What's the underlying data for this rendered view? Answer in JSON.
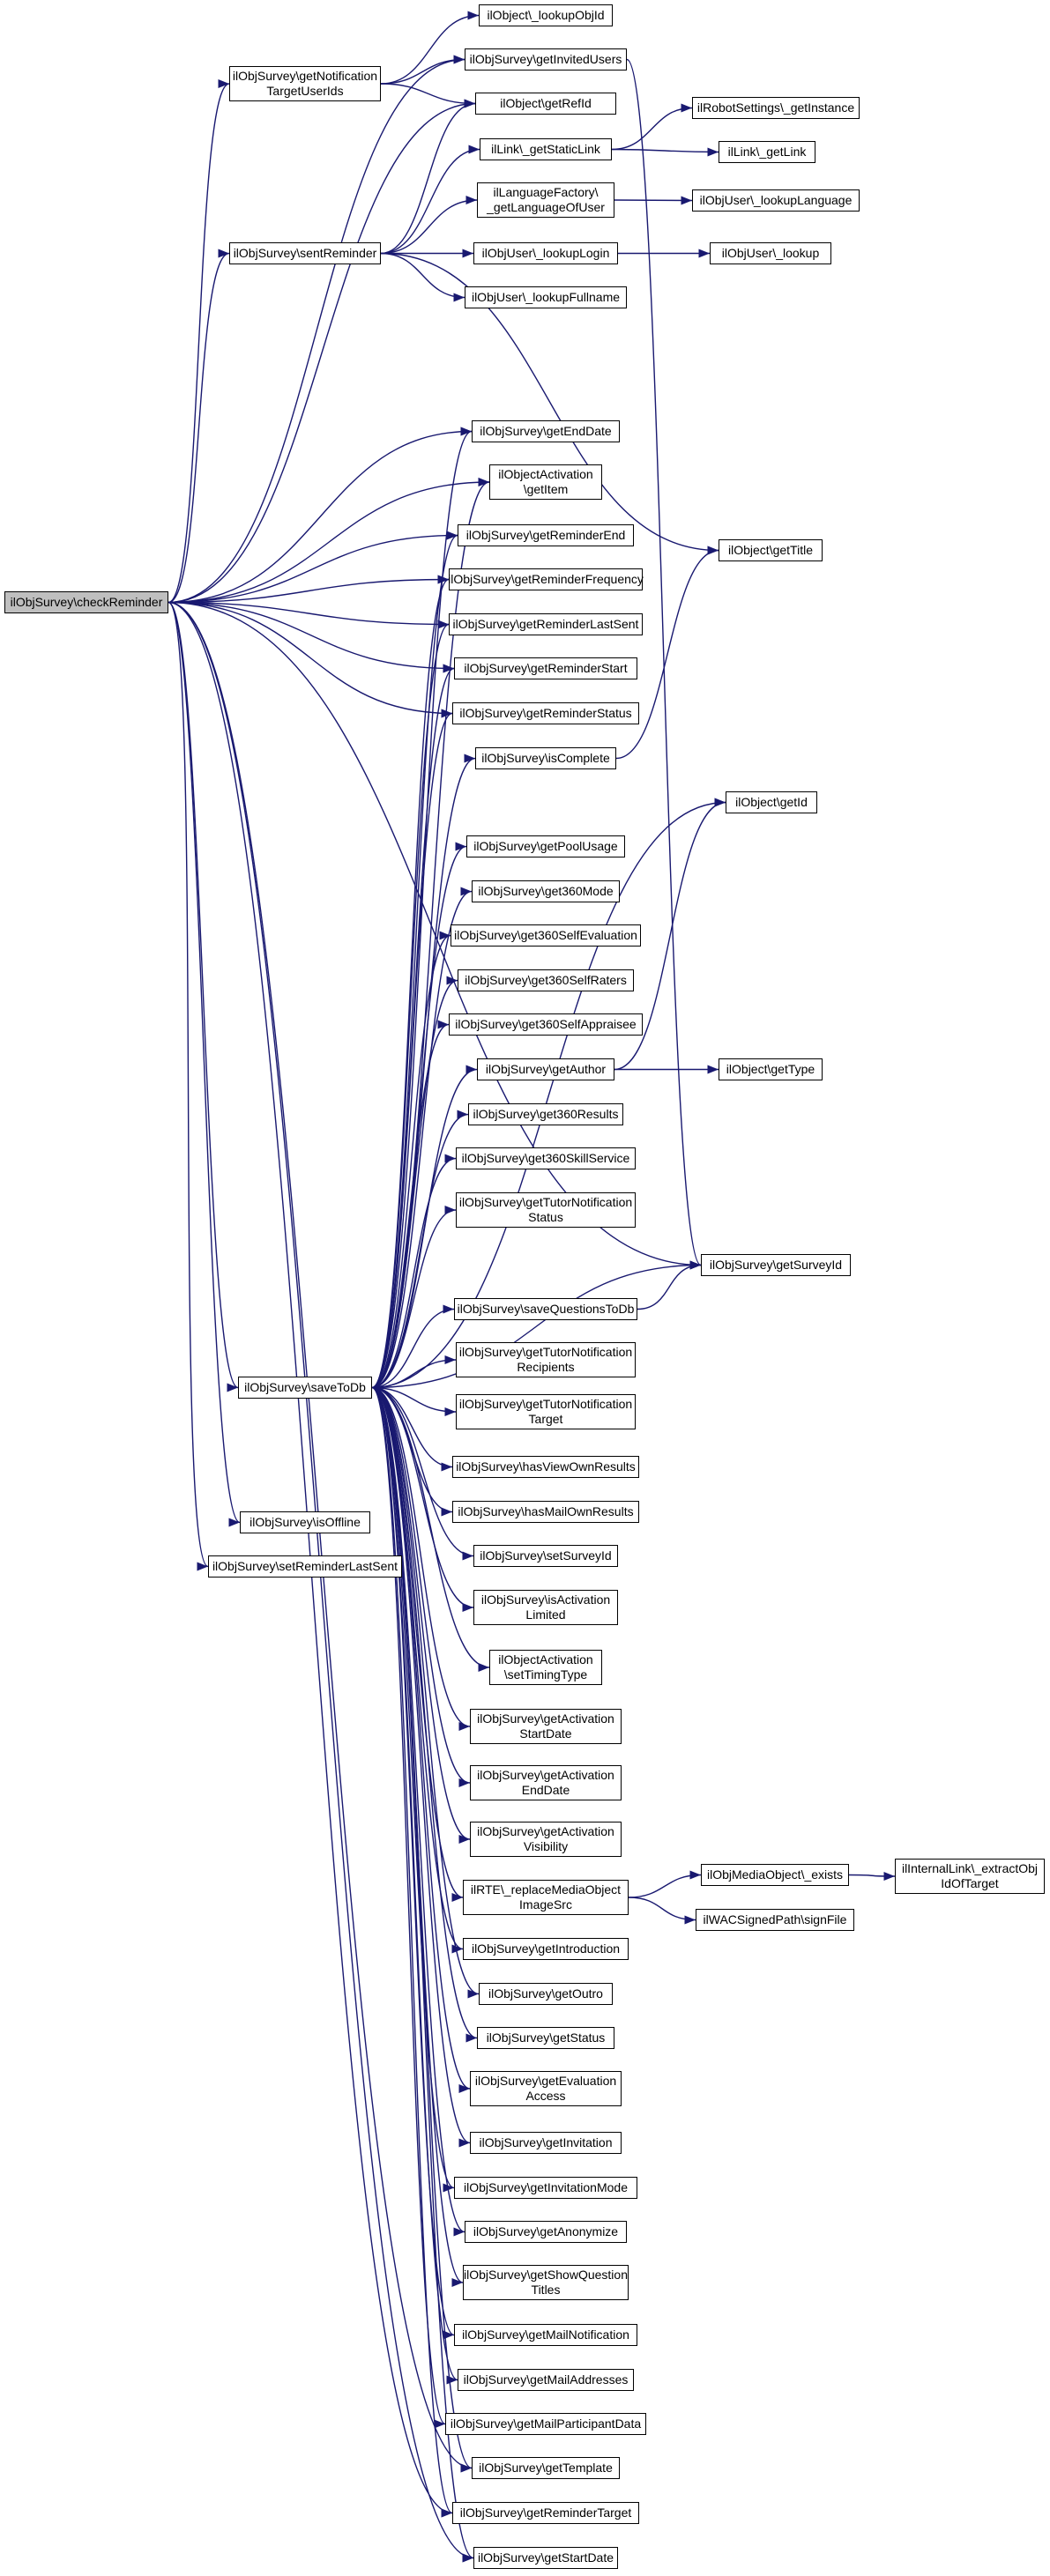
{
  "diagram": {
    "nodes": {
      "checkReminder": "ilObjSurvey\\checkReminder",
      "getNotificationTargetUserIds": "ilObjSurvey\\getNotification\nTargetUserIds",
      "sentReminder": "ilObjSurvey\\sentReminder",
      "saveToDb": "ilObjSurvey\\saveToDb",
      "isOffline": "ilObjSurvey\\isOffline",
      "setReminderLastSent": "ilObjSurvey\\setReminderLastSent",
      "lookupObjId": "ilObject\\_lookupObjId",
      "getInvitedUsers": "ilObjSurvey\\getInvitedUsers",
      "getRefId": "ilObject\\getRefId",
      "getStaticLink": "ilLink\\_getStaticLink",
      "getInstance": "ilRobotSettings\\_getInstance",
      "getLink": "ilLink\\_getLink",
      "getLanguageOfUser": "ilLanguageFactory\\\n_getLanguageOfUser",
      "lookupLanguage": "ilObjUser\\_lookupLanguage",
      "lookupLogin": "ilObjUser\\_lookupLogin",
      "lookup": "ilObjUser\\_lookup",
      "lookupFullname": "ilObjUser\\_lookupFullname",
      "getEndDate": "ilObjSurvey\\getEndDate",
      "oaGetItem": "ilObjectActivation\n\\getItem",
      "getReminderEnd": "ilObjSurvey\\getReminderEnd",
      "getReminderFrequency": "ilObjSurvey\\getReminderFrequency",
      "getReminderLastSent": "ilObjSurvey\\getReminderLastSent",
      "getReminderStart": "ilObjSurvey\\getReminderStart",
      "getReminderStatus": "ilObjSurvey\\getReminderStatus",
      "isComplete": "ilObjSurvey\\isComplete",
      "getTitle": "ilObject\\getTitle",
      "getId": "ilObject\\getId",
      "getPoolUsage": "ilObjSurvey\\getPoolUsage",
      "get360Mode": "ilObjSurvey\\get360Mode",
      "get360SelfEvaluation": "ilObjSurvey\\get360SelfEvaluation",
      "get360SelfRaters": "ilObjSurvey\\get360SelfRaters",
      "get360SelfAppraisee": "ilObjSurvey\\get360SelfAppraisee",
      "getAuthor": "ilObjSurvey\\getAuthor",
      "getType": "ilObject\\getType",
      "get360Results": "ilObjSurvey\\get360Results",
      "get360SkillService": "ilObjSurvey\\get360SkillService",
      "getTutorNotificationStatus": "ilObjSurvey\\getTutorNotification\nStatus",
      "getSurveyId": "ilObjSurvey\\getSurveyId",
      "saveQuestionsToDb": "ilObjSurvey\\saveQuestionsToDb",
      "getTutorNotificationRecipients": "ilObjSurvey\\getTutorNotification\nRecipients",
      "getTutorNotificationTarget": "ilObjSurvey\\getTutorNotification\nTarget",
      "hasViewOwnResults": "ilObjSurvey\\hasViewOwnResults",
      "hasMailOwnResults": "ilObjSurvey\\hasMailOwnResults",
      "setSurveyId": "ilObjSurvey\\setSurveyId",
      "isActivationLimited": "ilObjSurvey\\isActivation\nLimited",
      "setTimingType": "ilObjectActivation\n\\setTimingType",
      "getActivationStartDate": "ilObjSurvey\\getActivation\nStartDate",
      "getActivationEndDate": "ilObjSurvey\\getActivation\nEndDate",
      "getActivationVisibility": "ilObjSurvey\\getActivation\nVisibility",
      "replaceMediaObjectImageSrc": "ilRTE\\_replaceMediaObject\nImageSrc",
      "mediaExists": "ilObjMediaObject\\_exists",
      "extractObjIdOfTarget": "ilInternalLink\\_extractObj\nIdOfTarget",
      "signFile": "ilWACSignedPath\\signFile",
      "getIntroduction": "ilObjSurvey\\getIntroduction",
      "getOutro": "ilObjSurvey\\getOutro",
      "getStatus": "ilObjSurvey\\getStatus",
      "getEvaluationAccess": "ilObjSurvey\\getEvaluation\nAccess",
      "getInvitation": "ilObjSurvey\\getInvitation",
      "getInvitationMode": "ilObjSurvey\\getInvitationMode",
      "getAnonymize": "ilObjSurvey\\getAnonymize",
      "getShowQuestionTitles": "ilObjSurvey\\getShowQuestion\nTitles",
      "getMailNotification": "ilObjSurvey\\getMailNotification",
      "getMailAddresses": "ilObjSurvey\\getMailAddresses",
      "getMailParticipantData": "ilObjSurvey\\getMailParticipantData",
      "getTemplate": "ilObjSurvey\\getTemplate",
      "getReminderTarget": "ilObjSurvey\\getReminderTarget",
      "getStartDate": "ilObjSurvey\\getStartDate"
    },
    "colors": {
      "edge": "#191970",
      "root_fill": "#bfbfbf",
      "node_border": "#000000"
    },
    "edges": [
      [
        "checkReminder",
        "getNotificationTargetUserIds"
      ],
      [
        "checkReminder",
        "getRefId"
      ],
      [
        "checkReminder",
        "sentReminder"
      ],
      [
        "checkReminder",
        "getInvitedUsers"
      ],
      [
        "checkReminder",
        "getEndDate"
      ],
      [
        "checkReminder",
        "oaGetItem"
      ],
      [
        "checkReminder",
        "getReminderEnd"
      ],
      [
        "checkReminder",
        "getReminderFrequency"
      ],
      [
        "checkReminder",
        "getReminderLastSent"
      ],
      [
        "checkReminder",
        "getReminderStart"
      ],
      [
        "checkReminder",
        "getReminderStatus"
      ],
      [
        "checkReminder",
        "getSurveyId"
      ],
      [
        "checkReminder",
        "saveToDb"
      ],
      [
        "checkReminder",
        "isOffline"
      ],
      [
        "checkReminder",
        "setReminderLastSent"
      ],
      [
        "checkReminder",
        "getReminderTarget"
      ],
      [
        "checkReminder",
        "getStartDate"
      ],
      [
        "checkReminder",
        "getTemplate"
      ],
      [
        "getNotificationTargetUserIds",
        "lookupObjId"
      ],
      [
        "getNotificationTargetUserIds",
        "getInvitedUsers"
      ],
      [
        "getNotificationTargetUserIds",
        "getRefId"
      ],
      [
        "getInvitedUsers",
        "getSurveyId"
      ],
      [
        "sentReminder",
        "getRefId"
      ],
      [
        "sentReminder",
        "getStaticLink"
      ],
      [
        "sentReminder",
        "getLanguageOfUser"
      ],
      [
        "sentReminder",
        "lookupLogin"
      ],
      [
        "sentReminder",
        "lookupFullname"
      ],
      [
        "sentReminder",
        "getTitle"
      ],
      [
        "getStaticLink",
        "getInstance"
      ],
      [
        "getStaticLink",
        "getLink"
      ],
      [
        "getLanguageOfUser",
        "lookupLanguage"
      ],
      [
        "lookupLogin",
        "lookup"
      ],
      [
        "isComplete",
        "getTitle"
      ],
      [
        "getAuthor",
        "getId"
      ],
      [
        "getAuthor",
        "getType"
      ],
      [
        "saveQuestionsToDb",
        "getSurveyId"
      ],
      [
        "replaceMediaObjectImageSrc",
        "mediaExists"
      ],
      [
        "replaceMediaObjectImageSrc",
        "signFile"
      ],
      [
        "mediaExists",
        "extractObjIdOfTarget"
      ],
      [
        "saveToDb",
        "getEndDate"
      ],
      [
        "saveToDb",
        "oaGetItem"
      ],
      [
        "saveToDb",
        "getReminderEnd"
      ],
      [
        "saveToDb",
        "getReminderFrequency"
      ],
      [
        "saveToDb",
        "getReminderLastSent"
      ],
      [
        "saveToDb",
        "getReminderStart"
      ],
      [
        "saveToDb",
        "getReminderStatus"
      ],
      [
        "saveToDb",
        "isComplete"
      ],
      [
        "saveToDb",
        "getId"
      ],
      [
        "saveToDb",
        "getPoolUsage"
      ],
      [
        "saveToDb",
        "get360Mode"
      ],
      [
        "saveToDb",
        "get360SelfEvaluation"
      ],
      [
        "saveToDb",
        "get360SelfRaters"
      ],
      [
        "saveToDb",
        "get360SelfAppraisee"
      ],
      [
        "saveToDb",
        "getAuthor"
      ],
      [
        "saveToDb",
        "get360Results"
      ],
      [
        "saveToDb",
        "get360SkillService"
      ],
      [
        "saveToDb",
        "getTutorNotificationStatus"
      ],
      [
        "saveToDb",
        "getSurveyId"
      ],
      [
        "saveToDb",
        "saveQuestionsToDb"
      ],
      [
        "saveToDb",
        "getTutorNotificationRecipients"
      ],
      [
        "saveToDb",
        "getTutorNotificationTarget"
      ],
      [
        "saveToDb",
        "hasViewOwnResults"
      ],
      [
        "saveToDb",
        "hasMailOwnResults"
      ],
      [
        "saveToDb",
        "setSurveyId"
      ],
      [
        "saveToDb",
        "isActivationLimited"
      ],
      [
        "saveToDb",
        "setTimingType"
      ],
      [
        "saveToDb",
        "getActivationStartDate"
      ],
      [
        "saveToDb",
        "getActivationEndDate"
      ],
      [
        "saveToDb",
        "getActivationVisibility"
      ],
      [
        "saveToDb",
        "replaceMediaObjectImageSrc"
      ],
      [
        "saveToDb",
        "getIntroduction"
      ],
      [
        "saveToDb",
        "getOutro"
      ],
      [
        "saveToDb",
        "getStatus"
      ],
      [
        "saveToDb",
        "getEvaluationAccess"
      ],
      [
        "saveToDb",
        "getInvitation"
      ],
      [
        "saveToDb",
        "getInvitationMode"
      ],
      [
        "saveToDb",
        "getAnonymize"
      ],
      [
        "saveToDb",
        "getShowQuestionTitles"
      ],
      [
        "saveToDb",
        "getMailNotification"
      ],
      [
        "saveToDb",
        "getMailAddresses"
      ],
      [
        "saveToDb",
        "getMailParticipantData"
      ],
      [
        "saveToDb",
        "getTemplate"
      ],
      [
        "saveToDb",
        "getReminderTarget"
      ],
      [
        "saveToDb",
        "getStartDate"
      ]
    ]
  }
}
